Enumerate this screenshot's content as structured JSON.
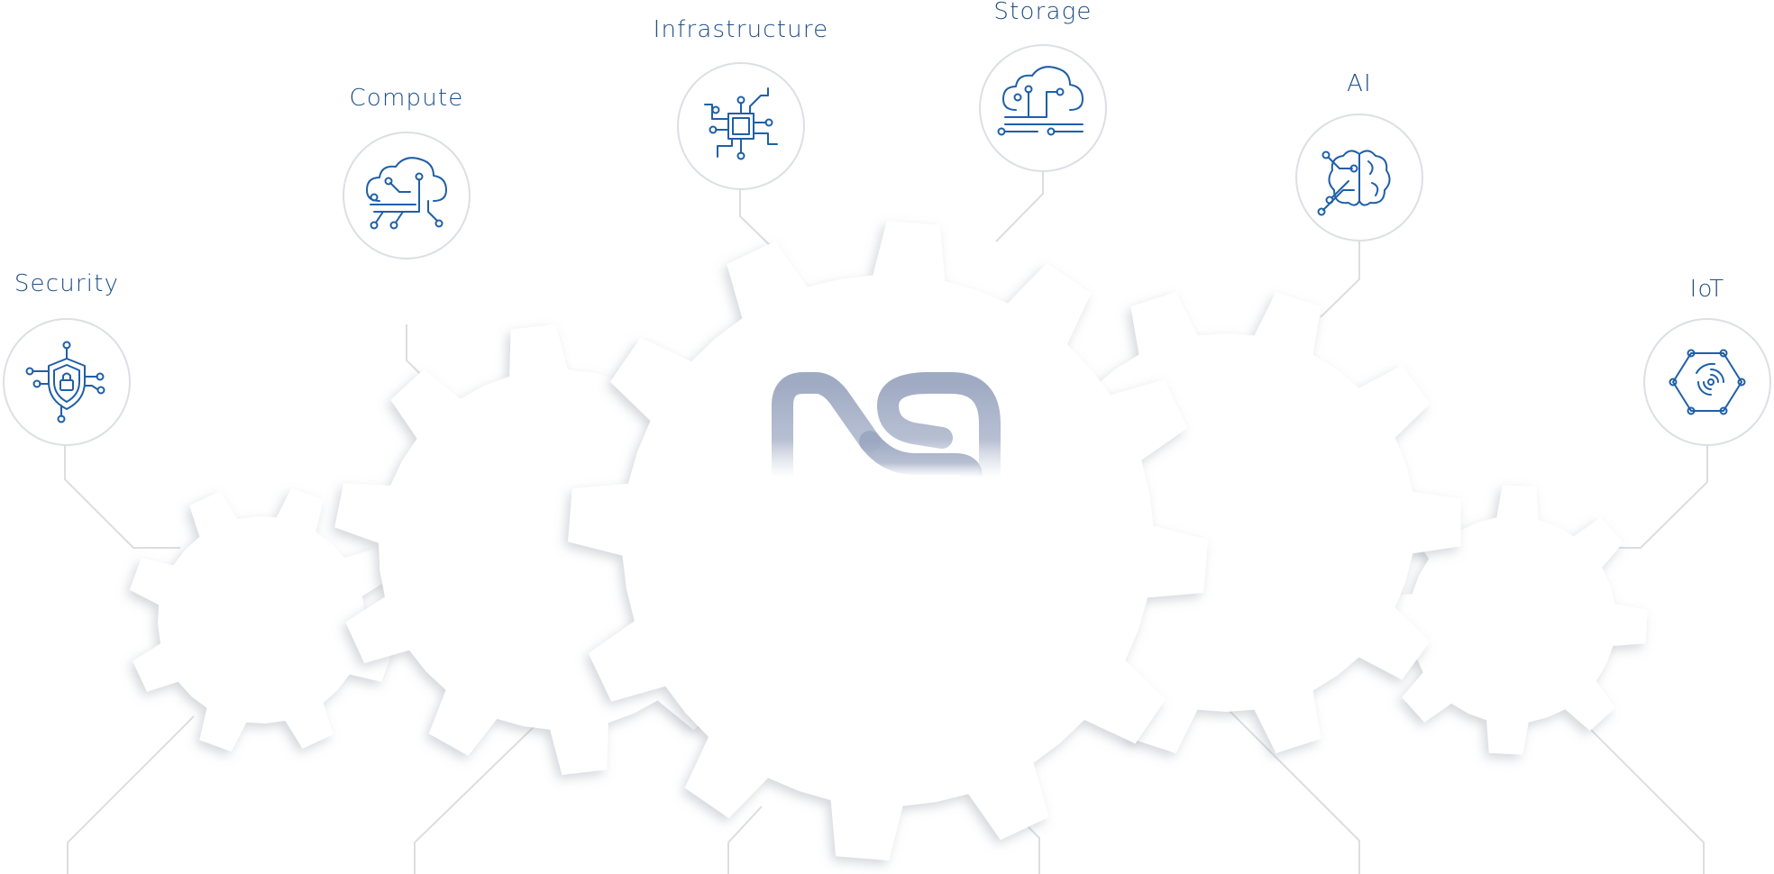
{
  "categories": [
    {
      "id": "security",
      "label": "Security",
      "icon": "shield-lock-icon"
    },
    {
      "id": "compute",
      "label": "Compute",
      "icon": "cloud-circuit-icon"
    },
    {
      "id": "infrastructure",
      "label": "Infrastructure",
      "icon": "chip-circuit-icon"
    },
    {
      "id": "storage",
      "label": "Storage",
      "icon": "cloud-storage-icon"
    },
    {
      "id": "ai",
      "label": "AI",
      "icon": "brain-circuit-icon"
    },
    {
      "id": "iot",
      "label": "IoT",
      "icon": "iot-network-icon"
    }
  ],
  "logo": {
    "icon": "ms-logo-icon"
  },
  "colors": {
    "label": "#1f4f86",
    "icon_stroke": "#1f5fa8",
    "circle_border": "#dcdfe4",
    "connector": "#dcdde0",
    "gear_fill": "#ffffff",
    "logo": "#9aa6c0"
  }
}
